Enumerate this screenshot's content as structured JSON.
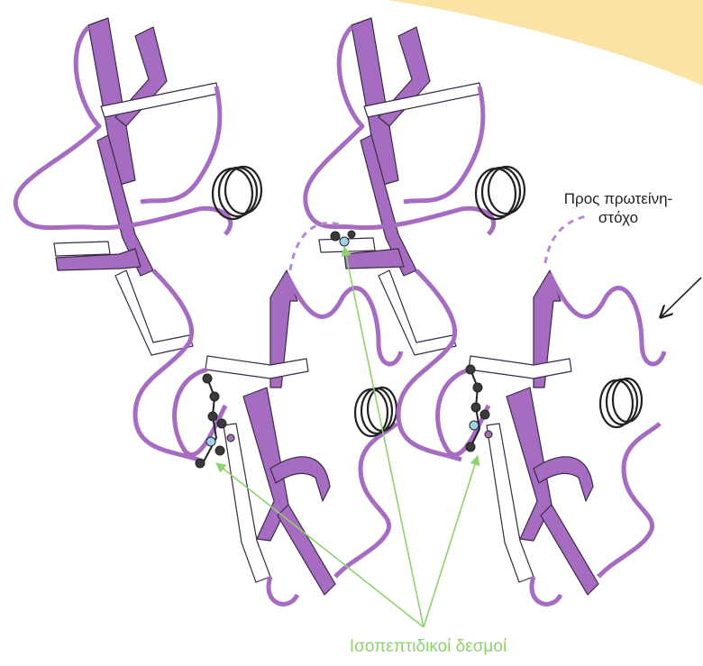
{
  "labels": {
    "target_protein_line1": "Προς πρωτείνη-",
    "target_protein_line2": "στόχο",
    "isopeptide_bonds": "Ισοπεπτιδικοί δεσμοί"
  },
  "colors": {
    "ribbon": "#a56cc2",
    "ribbon_outline": "#3b2a45",
    "isopeptide": "#8fd070",
    "atom_carbon": "#3a3a3a",
    "atom_nitrogen": "#9fd3ea",
    "atom_oxygen": "#a070b0",
    "banner": "#fbe3a6",
    "arrow": "#222222"
  }
}
